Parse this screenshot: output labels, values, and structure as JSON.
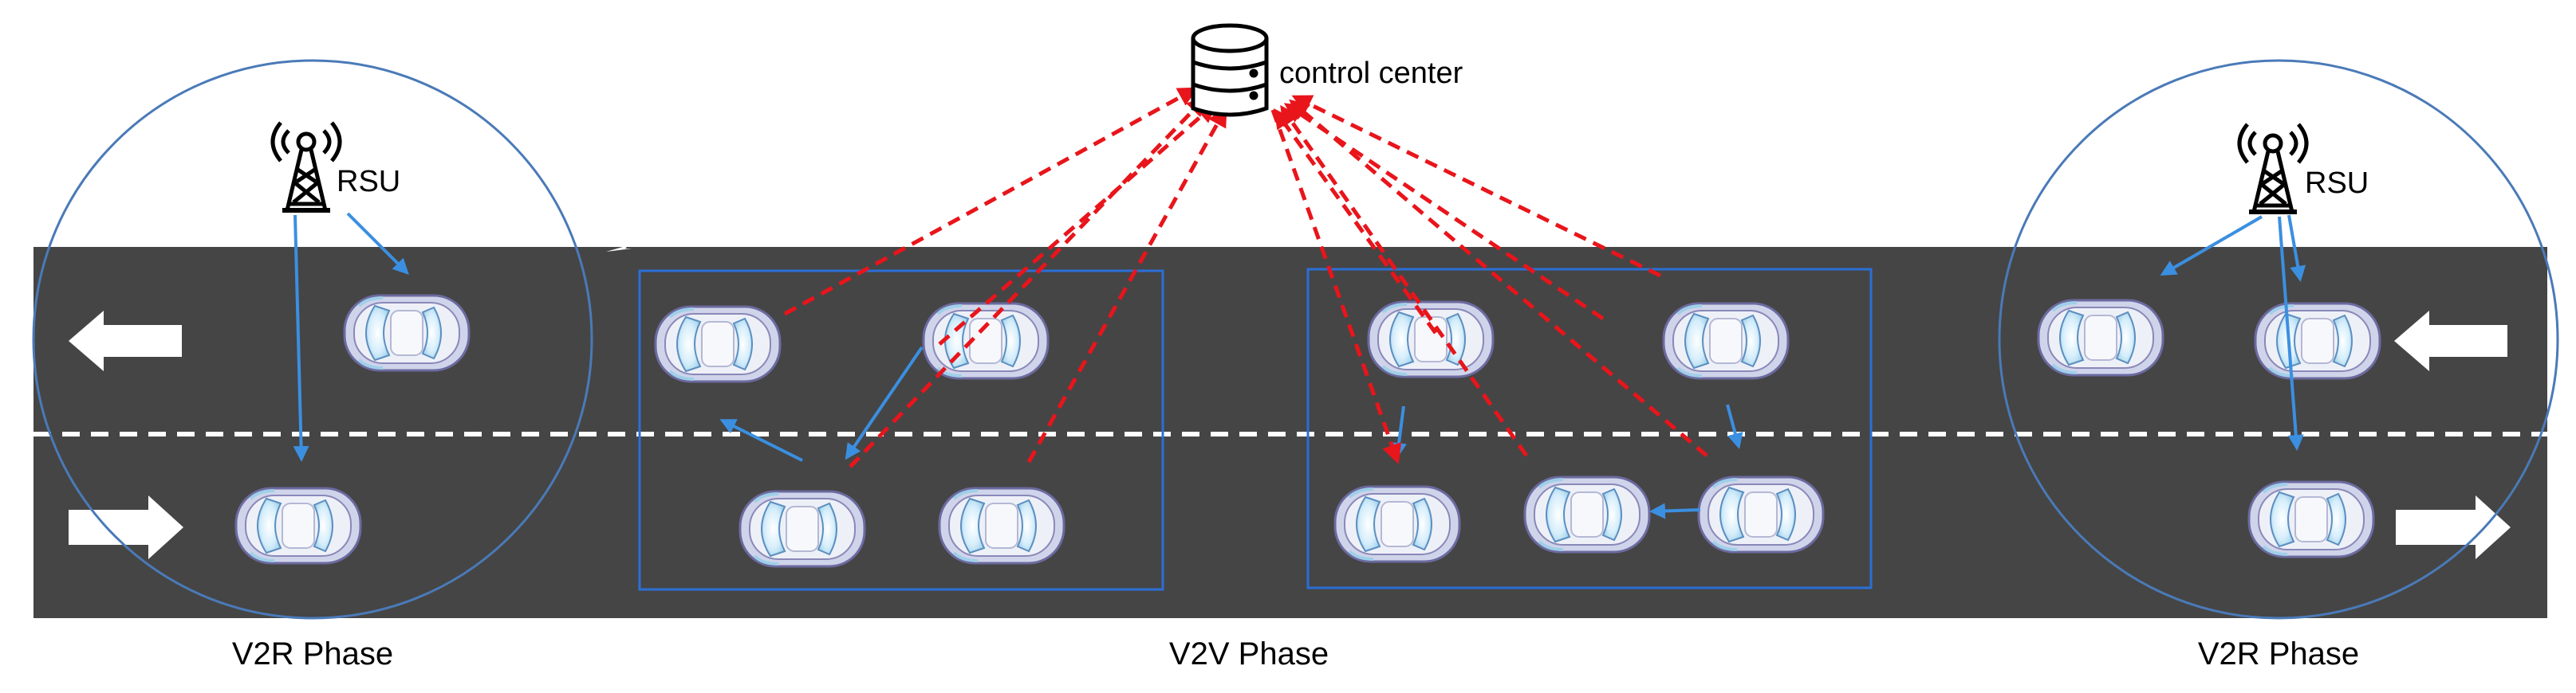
{
  "control_center": {
    "label": "control center",
    "icon": "database-server-icon"
  },
  "rsu": {
    "left_label": "RSU",
    "right_label": "RSU",
    "icon": "radio-tower-icon"
  },
  "phases": {
    "left": "V2R Phase",
    "middle": "V2V Phase",
    "right": "V2R Phase"
  },
  "colors": {
    "road": "#454545",
    "lane_marking": "#ffffff",
    "link_v2v_v2r": "#3b8fe0",
    "link_to_center": "#e8151b",
    "rsu_coverage": "#4a7ab8",
    "v2v_group_box": "#2a6fd6",
    "car_body": "#e9ecf6",
    "car_glass": "#a8d8ef"
  }
}
